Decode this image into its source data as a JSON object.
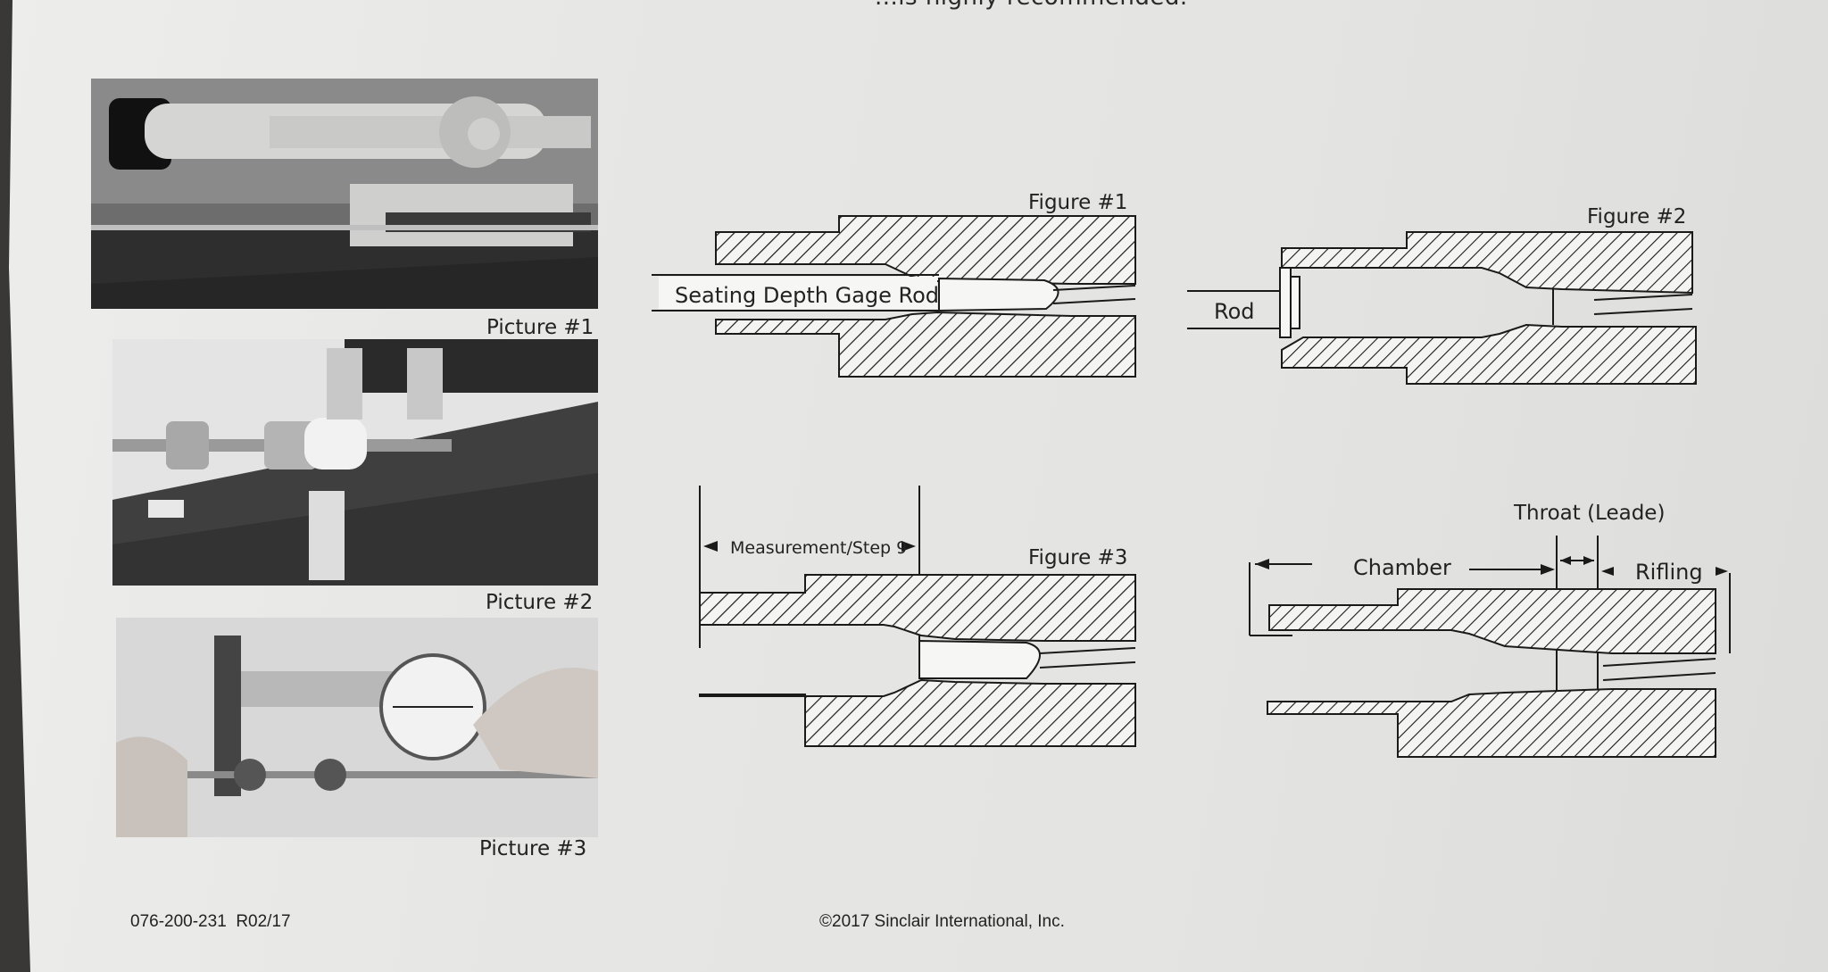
{
  "header_fragment": "...is highly recommended.",
  "pictures": [
    {
      "caption": "Picture #1"
    },
    {
      "caption": "Picture #2"
    },
    {
      "caption": "Picture #3"
    }
  ],
  "figures": {
    "fig1": {
      "title": "Figure #1",
      "rod_label": "Seating Depth Gage Rod"
    },
    "fig2": {
      "title": "Figure #2",
      "rod_label": "Rod"
    },
    "fig3": {
      "title": "Figure #3",
      "measure_label": "Measurement/Step 9"
    },
    "fig4": {
      "throat_label": "Throat (Leade)",
      "chamber_label": "Chamber",
      "rifling_label": "Rifling"
    }
  },
  "footer": {
    "part_number": "076-200-231  R02/17",
    "copyright": "©2017 Sinclair International, Inc."
  }
}
